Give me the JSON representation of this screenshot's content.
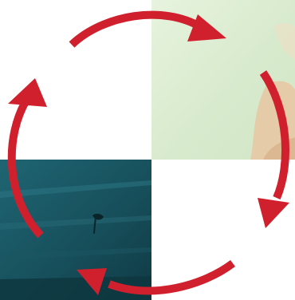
{
  "colors": {
    "arrow": "#d0202d",
    "background": "#ffffff",
    "photo_top_right_light": "#e6f2dc",
    "photo_top_right_base": "#d8ebcd",
    "photo_top_right_skin": "#e7c9a7",
    "photo_bottom_left_dark": "#0f3a44",
    "photo_bottom_left_mid": "#1a5a67",
    "photo_bottom_left_light": "#2e7684"
  },
  "images": [
    {
      "name": "photo-top-right",
      "description_icon": "pale-green-photo"
    },
    {
      "name": "photo-bottom-left",
      "description_icon": "dark-teal-photo"
    }
  ],
  "arrows": [
    {
      "name": "arrow-top",
      "direction": "clockwise"
    },
    {
      "name": "arrow-right",
      "direction": "clockwise"
    },
    {
      "name": "arrow-bottom",
      "direction": "clockwise"
    },
    {
      "name": "arrow-left",
      "direction": "clockwise"
    }
  ]
}
